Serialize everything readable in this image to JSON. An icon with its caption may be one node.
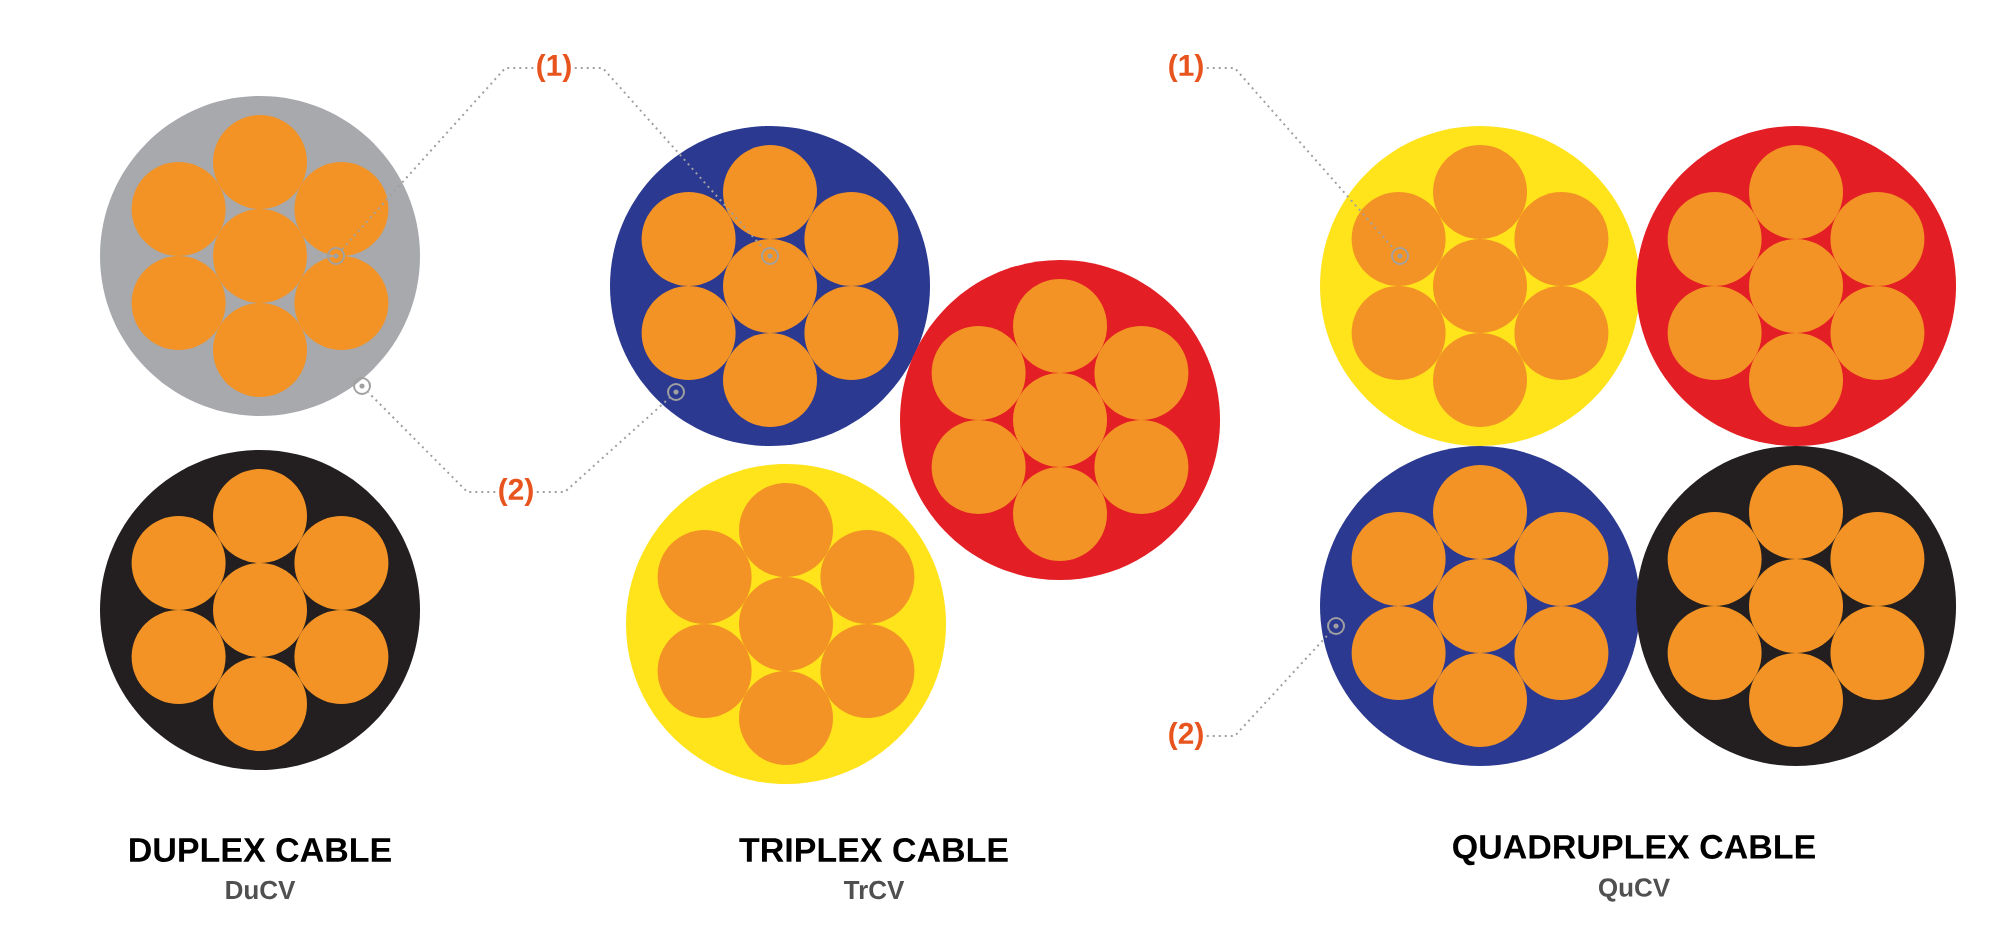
{
  "diagram": {
    "nodes": [
      {
        "text": [
          "(1)"
        ]
      },
      {
        "text": [
          "(2)"
        ]
      },
      {
        "text": [
          "(1)"
        ]
      },
      {
        "text": [
          "(2)"
        ]
      },
      {
        "text": [],
        "shape": "circle"
      },
      {
        "text": [],
        "shape": "circle"
      },
      {
        "text": [],
        "shape": "circle"
      },
      {
        "text": [],
        "shape": "circle"
      },
      {
        "text": [],
        "shape": "circle"
      },
      {
        "text": [],
        "shape": "circle"
      }
    ],
    "edges": [
      {
        "from": 0,
        "to": 4,
        "arrow": "none"
      },
      {
        "from": 0,
        "to": 6,
        "arrow": "none"
      },
      {
        "from": 1,
        "to": 5,
        "arrow": "none"
      },
      {
        "from": 1,
        "to": 7,
        "arrow": "none"
      },
      {
        "from": 2,
        "to": 8,
        "arrow": "none"
      },
      {
        "from": 3,
        "to": 9,
        "arrow": "none"
      }
    ],
    "labels": [
      "DUPLEX CABLE",
      "DuCV",
      "TRIPLEX CABLE",
      "TrCV",
      "QUADRUPLEX CABLE",
      "QuCV"
    ]
  }
}
